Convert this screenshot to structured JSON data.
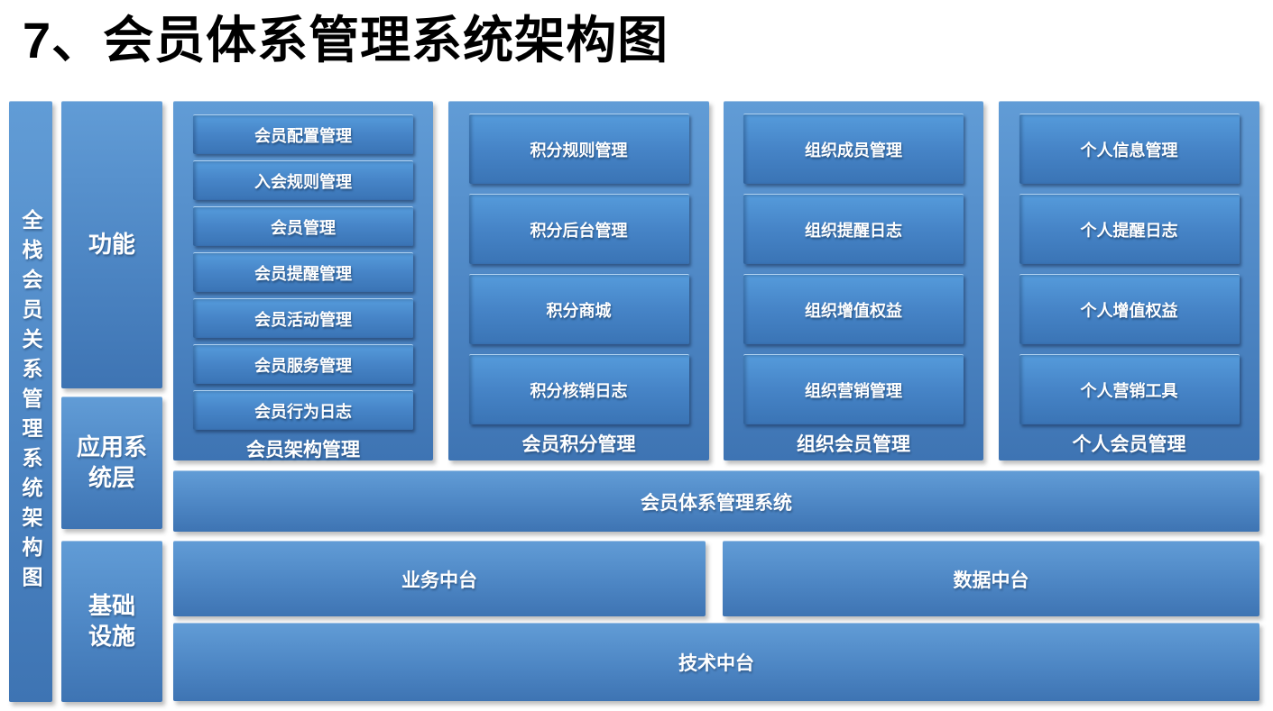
{
  "title": "7、会员体系管理系统架构图",
  "side_label": "全栈会员关系管理系统架构图",
  "layers": [
    {
      "label": "功能"
    },
    {
      "label": "应用系\n统层"
    },
    {
      "label": "基础\n设施"
    }
  ],
  "function_groups": [
    {
      "label": "会员架构管理",
      "items": [
        "会员配置管理",
        "入会规则管理",
        "会员管理",
        "会员提醒管理",
        "会员活动管理",
        "会员服务管理",
        "会员行为日志"
      ]
    },
    {
      "label": "会员积分管理",
      "items": [
        "积分规则管理",
        "积分后台管理",
        "积分商城",
        "积分核销日志"
      ]
    },
    {
      "label": "组织会员管理",
      "items": [
        "组织成员管理",
        "组织提醒日志",
        "组织增值权益",
        "组织营销管理"
      ]
    },
    {
      "label": "个人会员管理",
      "items": [
        "个人信息管理",
        "个人提醒日志",
        "个人增值权益",
        "个人营销工具"
      ]
    }
  ],
  "application_layer": {
    "label": "会员体系管理系统"
  },
  "infrastructure": {
    "middle": [
      "业务中台",
      "数据中台"
    ],
    "bottom": "技术中台"
  },
  "colors": {
    "block_blue_top": "#619cd6",
    "block_blue_bottom": "#3e74b3",
    "inner_box_top": "#559bdb",
    "inner_box_bottom": "#3a74b5",
    "text_white": "#ffffff",
    "title_black": "#000000"
  }
}
